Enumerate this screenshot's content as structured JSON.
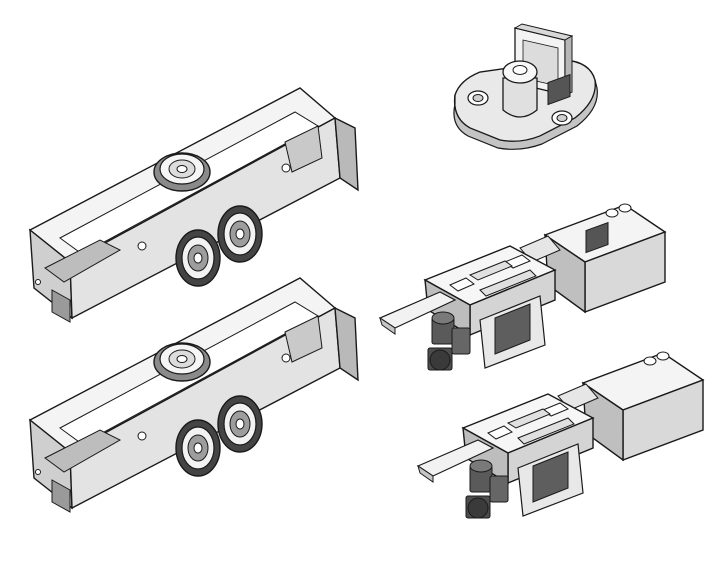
{
  "scene": {
    "background": "#ffffff",
    "palette": {
      "outline": "#1a1a1a",
      "body_light": "#f2f2f2",
      "body_mid": "#d6d6d6",
      "body_shade": "#a8a8a8",
      "body_dark": "#7a7a7a",
      "pin_dark": "#4a4a4a",
      "pin_mid": "#6c6c6c"
    },
    "objects": [
      {
        "name": "roller-carriage",
        "count": 2
      },
      {
        "name": "floor-guide",
        "count": 1
      },
      {
        "name": "stopper-damper",
        "count": 2
      }
    ]
  }
}
